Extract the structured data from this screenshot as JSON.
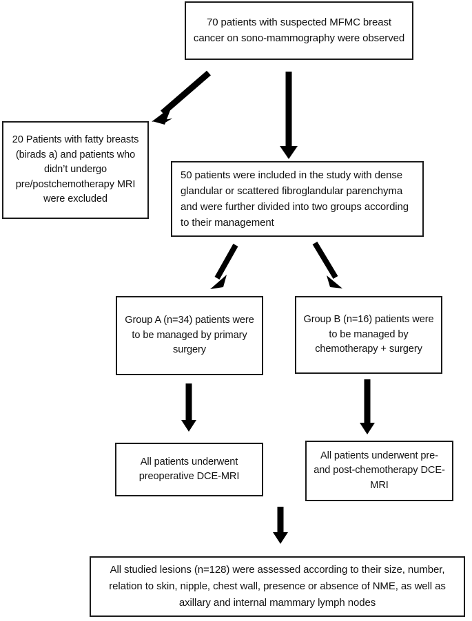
{
  "diagram": {
    "title": "Patient selection and imaging workflow flowchart",
    "type": "flowchart",
    "background_color": "#ffffff",
    "stroke_color": "#000000",
    "text_color": "#111111",
    "nodes": [
      {
        "id": "screened",
        "name": "screened-patients-box",
        "text": "70 patients with suspected MFMC breast cancer on sono-mammography were observed",
        "align": "center",
        "count": 70
      },
      {
        "id": "excluded",
        "name": "excluded-patients-box",
        "text": "20 Patients with fatty breasts (birads a) and patients who didn’t undergo pre/postchemotherapy MRI were excluded",
        "align": "center",
        "count": 20
      },
      {
        "id": "included",
        "name": "included-patients-box",
        "text": "50 patients were included in the study with dense glandular or scattered fibroglandular parenchyma and were further divided into two groups according to their management",
        "align": "left",
        "count": 50
      },
      {
        "id": "group_a",
        "name": "group-a-box",
        "text": "Group A (n=34) patients were to be managed by primary surgery",
        "align": "center",
        "count": 34
      },
      {
        "id": "group_b",
        "name": "group-b-box",
        "text": "Group B (n=16) patients were to be managed by chemotherapy + surgery",
        "align": "center",
        "count": 16
      },
      {
        "id": "mri_a",
        "name": "group-a-mri-box",
        "text": "All patients underwent preoperative DCE-MRI",
        "align": "center"
      },
      {
        "id": "mri_b",
        "name": "group-b-mri-box",
        "text": "All patients underwent pre- and post-chemotherapy DCE-MRI",
        "align": "center"
      },
      {
        "id": "lesions",
        "name": "assessed-lesions-box",
        "text": "All studied lesions (n=128) were assessed according to their size, number, relation to skin, nipple, chest wall, presence or absence of NME, as well as axillary and internal mammary lymph nodes",
        "align": "center",
        "count": 128
      }
    ],
    "edges": [
      {
        "id": "e1",
        "name": "arrow-screened-to-excluded",
        "from": "screened",
        "to": "excluded",
        "direction": "diagonal-down-left"
      },
      {
        "id": "e2",
        "name": "arrow-screened-to-included",
        "from": "screened",
        "to": "included",
        "direction": "down"
      },
      {
        "id": "e3",
        "name": "arrow-included-to-group-a",
        "from": "included",
        "to": "group_a",
        "direction": "diagonal-down-left"
      },
      {
        "id": "e4",
        "name": "arrow-included-to-group-b",
        "from": "included",
        "to": "group_b",
        "direction": "diagonal-down-right"
      },
      {
        "id": "e5",
        "name": "arrow-group-a-to-mri",
        "from": "group_a",
        "to": "mri_a",
        "direction": "down"
      },
      {
        "id": "e6",
        "name": "arrow-group-b-to-mri",
        "from": "group_b",
        "to": "mri_b",
        "direction": "down"
      },
      {
        "id": "e7",
        "name": "arrow-mri-to-lesions",
        "from": "mri_a",
        "to": "lesions",
        "direction": "down"
      }
    ]
  }
}
